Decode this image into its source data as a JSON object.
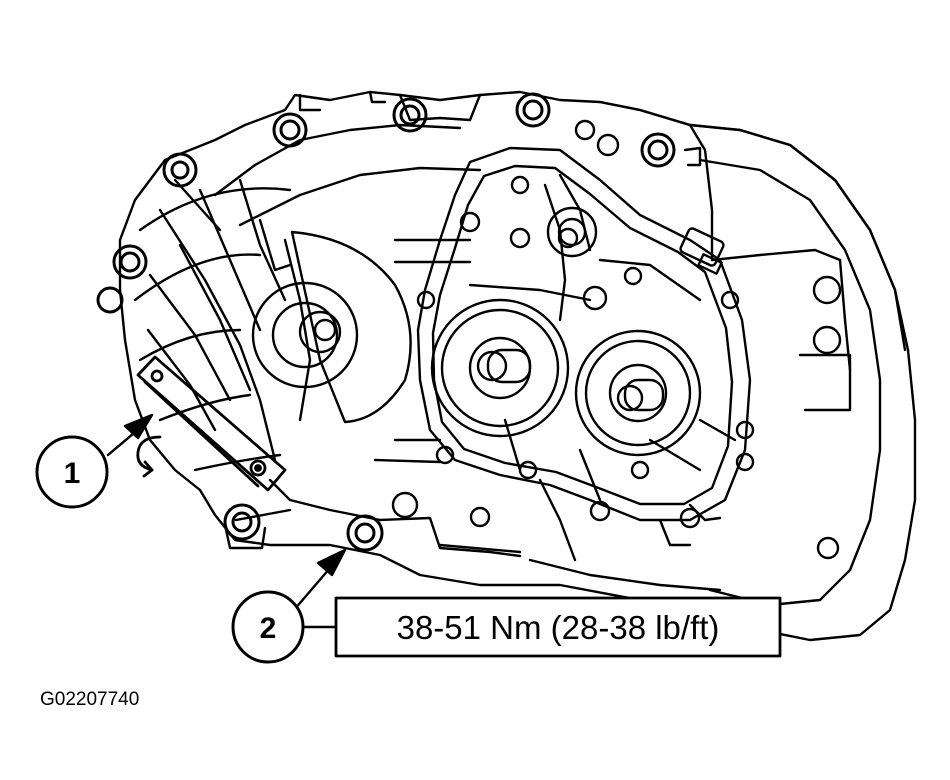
{
  "callouts": {
    "one": "1",
    "two": "2"
  },
  "torque_spec": "38-51 Nm (28-38 lb/ft)",
  "figure_id": "G02207740",
  "colors": {
    "ink": "#000000",
    "paper": "#ffffff"
  }
}
